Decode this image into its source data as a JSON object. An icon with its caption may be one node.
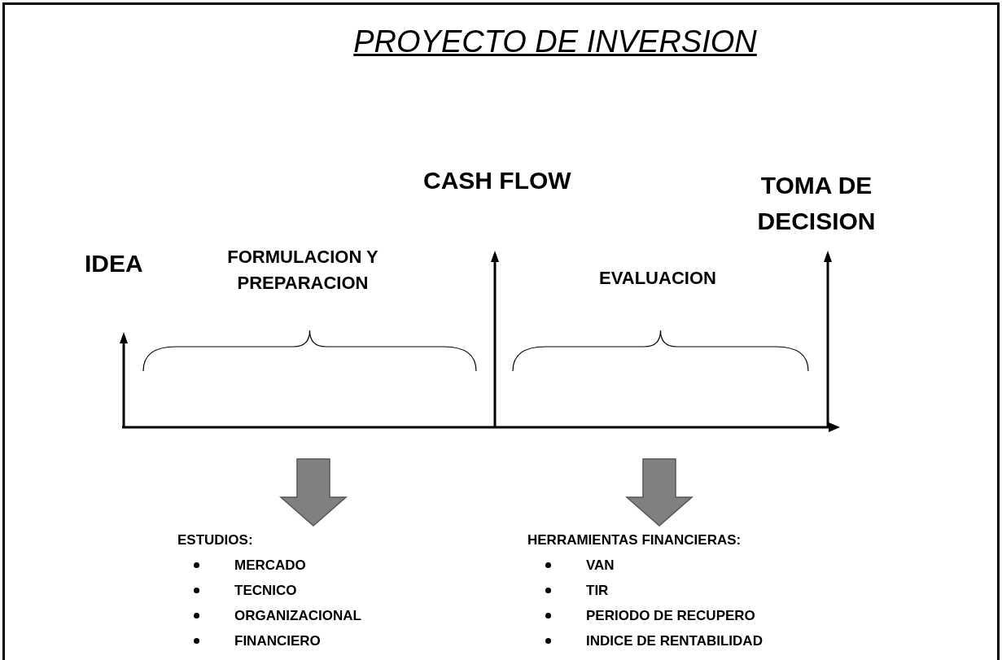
{
  "diagram": {
    "title": "PROYECTO DE INVERSION",
    "nodes": [
      {
        "text": [
          "CASH FLOW"
        ]
      },
      {
        "text": [
          "TOMA DE DECISION"
        ]
      },
      {
        "text": [
          "IDEA"
        ]
      },
      {
        "text": [
          "FORMULACION Y PREPARACION"
        ]
      },
      {
        "text": [
          "EVALUACION"
        ]
      },
      {
        "text": [
          "ESTUDIOS:",
          "MERCADO",
          "TECNICO",
          "ORGANIZACIONAL",
          "FINANCIERO"
        ]
      },
      {
        "text": [
          "HERRAMIENTAS FINANCIERAS:",
          "VAN",
          "TIR",
          "PERIODO DE RECUPERO",
          "INDICE DE RENTABILIDAD"
        ]
      }
    ],
    "edges": [
      {
        "from": null,
        "to": 5,
        "arrow": "to",
        "style": "thick",
        "color": "#808080"
      },
      {
        "from": null,
        "to": 6,
        "arrow": "to",
        "style": "thick",
        "color": "#808080"
      }
    ]
  }
}
